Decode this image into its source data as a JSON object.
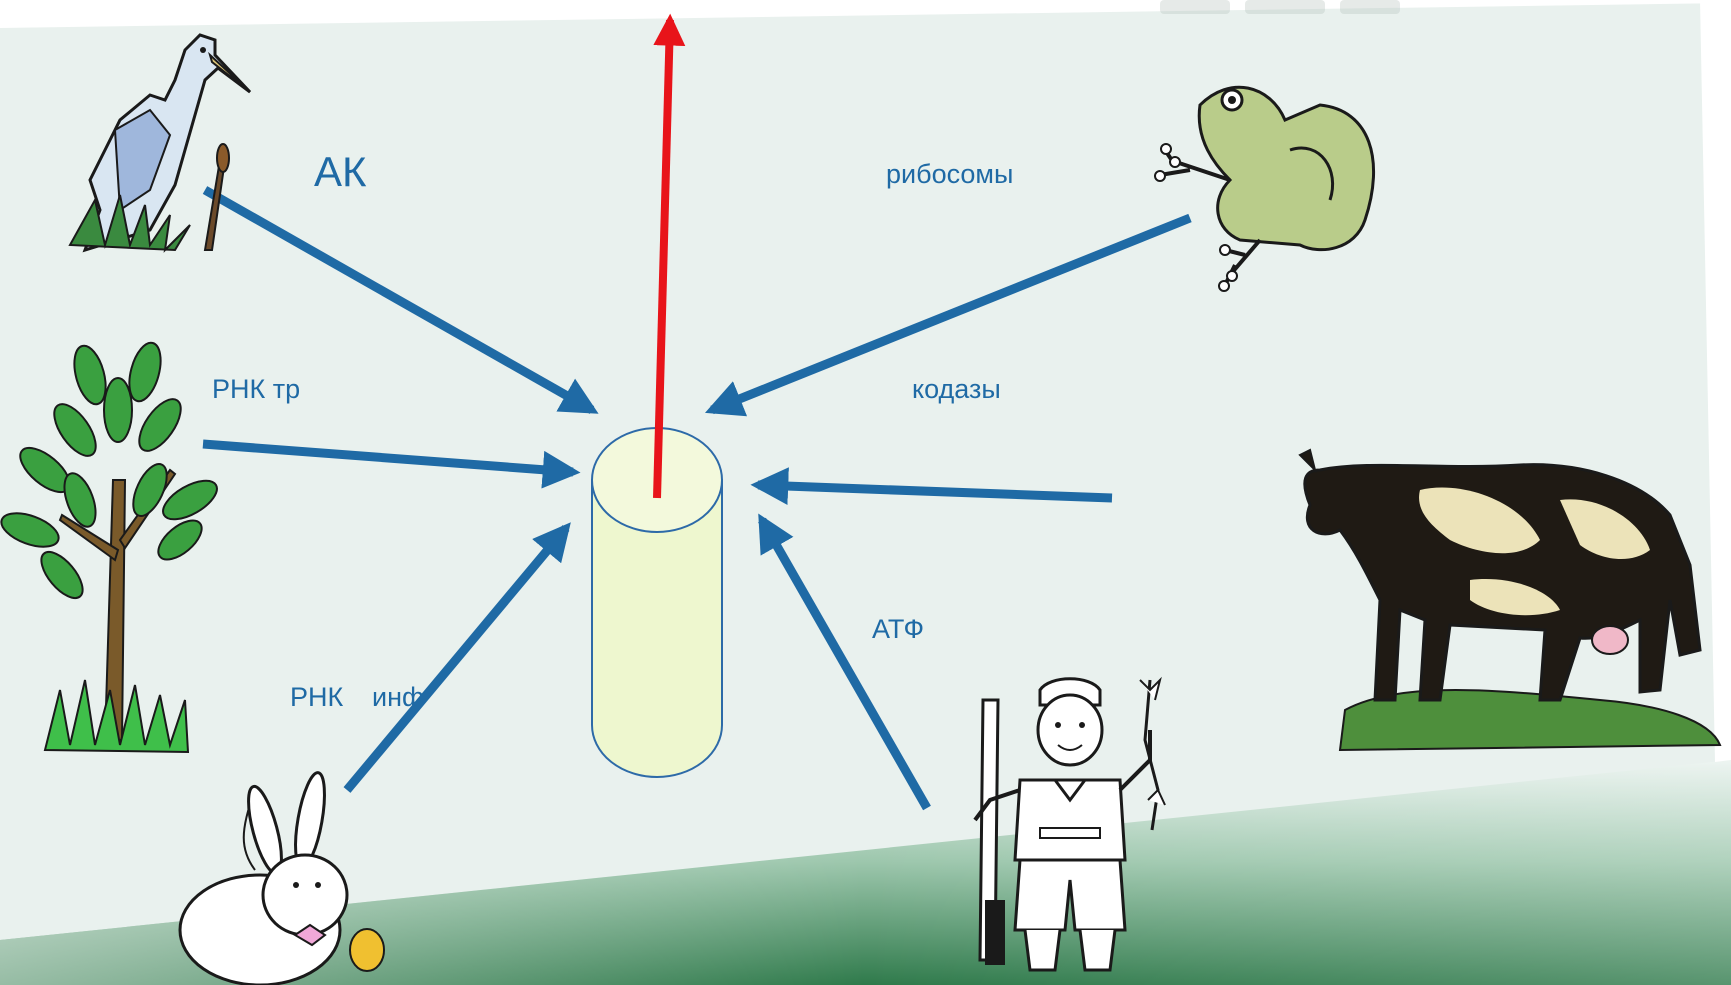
{
  "labels": {
    "ak": "АК",
    "ribosomes": "рибосомы",
    "trna": "РНК тр",
    "codases": "кодазы",
    "atp": "АТФ",
    "rna": "РНК",
    "inf": "инф"
  },
  "colors": {
    "slide_bg": "#e9f1ee",
    "band_green": "#3f8f5e",
    "arrow_blue": "#1f6aa5",
    "arrow_red": "#e8141a",
    "cylinder_fill": "#eef7cf",
    "cylinder_stroke": "#2d6aa8"
  },
  "icons": [
    "heron-icon",
    "tree-icon",
    "rabbit-icon",
    "frog-icon",
    "cow-icon",
    "hunter-icon"
  ]
}
